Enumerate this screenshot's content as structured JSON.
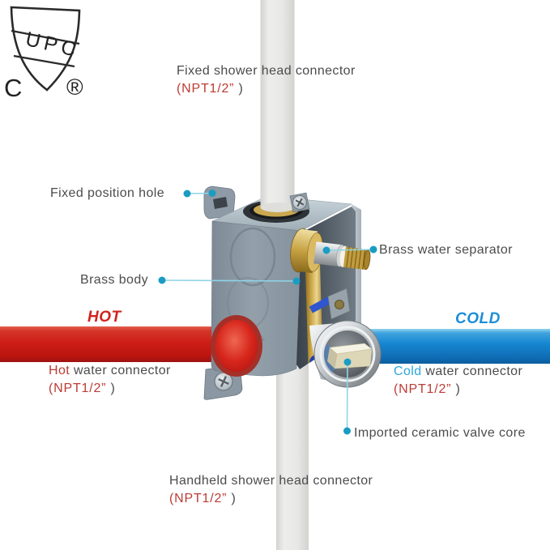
{
  "certification": {
    "shield_letters": "UPC",
    "left_mark": "C",
    "registered_mark": "®"
  },
  "labels": {
    "fixed_shower_head": {
      "text": "Fixed shower head connector",
      "spec": "(NPT1/2”",
      "spec_close": " )"
    },
    "fixed_position_hole": {
      "text": "Fixed position hole"
    },
    "brass_water_separator": {
      "text": "Brass water separator"
    },
    "brass_body": {
      "text": "Brass body"
    },
    "hot_banner": "HOT",
    "cold_banner": "COLD",
    "hot_connector": {
      "highlight": "Hot",
      "text": " water connector",
      "spec": "(NPT1/2”",
      "spec_close": " )"
    },
    "cold_connector": {
      "highlight": "Cold",
      "text": " water connector",
      "spec": "(NPT1/2”",
      "spec_close": " )"
    },
    "ceramic_valve_core": {
      "text": "Imported ceramic valve core"
    },
    "handheld_shower_head": {
      "text": "Handheld shower head connector",
      "spec": "(NPT1/2”",
      "spec_close": " )"
    }
  },
  "colors": {
    "hot_red": "#d2231d",
    "cold_blue": "#1c8ed7",
    "cold_word_blue": "#2ba6db",
    "spec_red": "#bd3b34",
    "label_gray": "#4c4c4c",
    "leader_dot": "#1b9cc3",
    "leader_line": "#8fd4e8",
    "pipe_gray": "#e4e4e2",
    "body_gray": "#8d9aa5",
    "brass": "#c5a143",
    "chrome": "#c6cccf"
  }
}
